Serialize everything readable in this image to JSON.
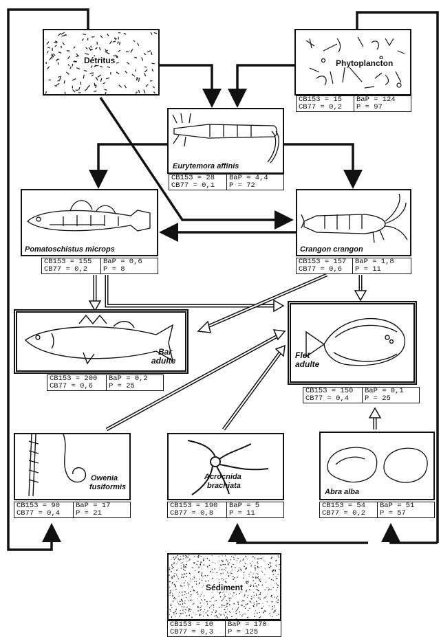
{
  "nodes": {
    "detritus": {
      "name": "Détritus"
    },
    "phytoplancton": {
      "name": "Phytoplancton",
      "table": {
        "cb153": "CB153 = 15",
        "bap": "BaP = 124",
        "cb77": "CB77 = 0,2",
        "p": "P = 97"
      }
    },
    "eurytemora": {
      "name": "Eurytemora affinis",
      "table": {
        "cb153": "CB153 = 28",
        "bap": "BaP = 4,4",
        "cb77": "CB77 = 0,1",
        "p": "P = 72"
      }
    },
    "pomatoschistus": {
      "name": "Pomatoschistus microps",
      "table": {
        "cb153": "CB153 = 155",
        "bap": "BaP = 0,6",
        "cb77": "CB77 = 0,2",
        "p": "P = 8"
      }
    },
    "crangon": {
      "name": "Crangon crangon",
      "table": {
        "cb153": "CB153 = 157",
        "bap": "BaP = 1,8",
        "cb77": "CB77 = 0,6",
        "p": "P = 11"
      }
    },
    "bar": {
      "name_line1": "Bar",
      "name_line2": "adulte",
      "table": {
        "cb153": "CB153 = 200",
        "bap": "BaP = 0,2",
        "cb77": "CB77 = 0,6",
        "p": "P = 25"
      }
    },
    "flet": {
      "name_line1": "Flet",
      "name_line2": "adulte",
      "table": {
        "cb153": "CB153 = 150",
        "bap": "BaP = 0,1",
        "cb77": "CB77 = 0,4",
        "p": "P = 25"
      }
    },
    "owenia": {
      "name_line1": "Owenia",
      "name_line2": "fusiformis",
      "table": {
        "cb153": "CB153 = 90",
        "bap": "BaP = 17",
        "cb77": "CB77 = 0,4",
        "p": "P = 21"
      }
    },
    "acrocnida": {
      "name_line1": "Acrocnida",
      "name_line2": "brachiata",
      "table": {
        "cb153": "CB153 = 190",
        "bap": "BaP = 5",
        "cb77": "CB77 = 0,8",
        "p": "P = 11"
      }
    },
    "abra": {
      "name": "Abra alba",
      "table": {
        "cb153": "CB153 = 54",
        "bap": "BaP = 51",
        "cb77": "CB77 = 0,2",
        "p": "P = 57"
      }
    },
    "sediment": {
      "name": "Sédiment",
      "table": {
        "cb153": "CB153 = 10",
        "bap": "BaP = 170",
        "cb77": "CB77 = 0,3",
        "p": "P = 125"
      }
    }
  },
  "colors": {
    "ink": "#111111",
    "background": "#ffffff"
  }
}
